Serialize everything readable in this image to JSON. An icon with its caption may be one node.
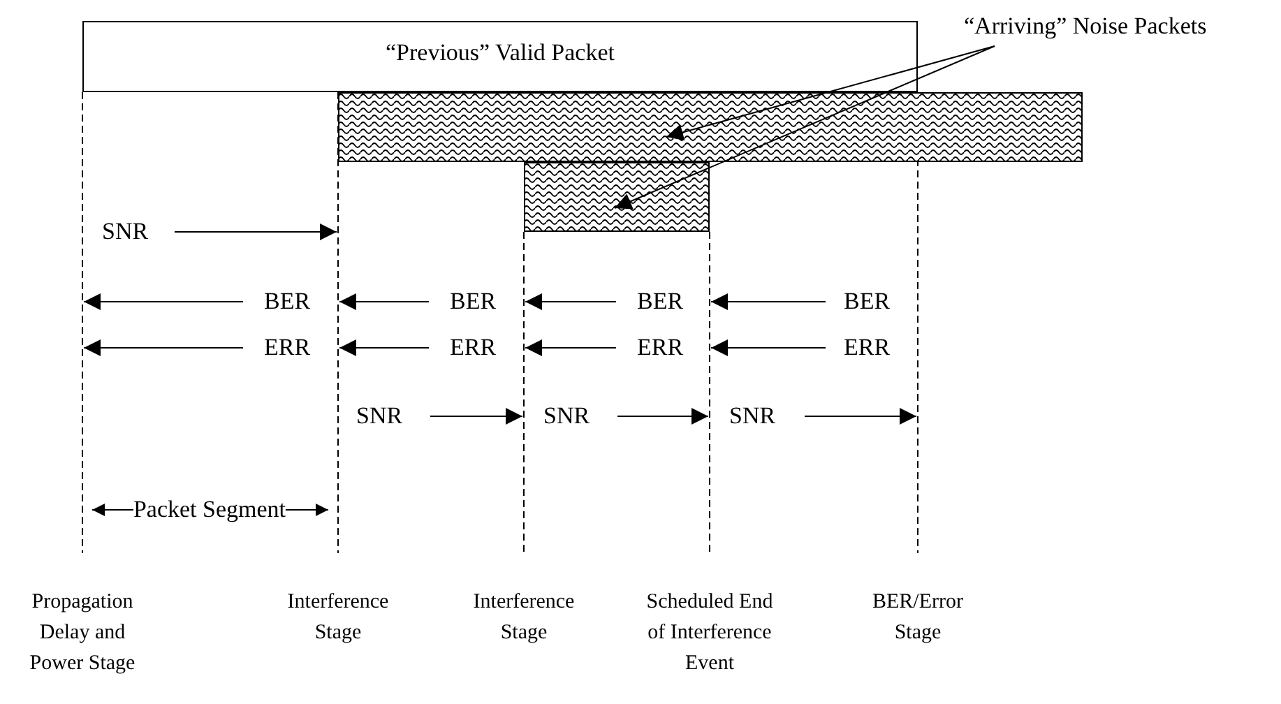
{
  "diagram": {
    "nodes": [
      {
        "text": [
          "“Previous” Valid Packet"
        ]
      },
      {
        "text": [],
        "shape": "bar"
      },
      {
        "text": [],
        "shape": "bar"
      },
      {
        "text": [
          "“Arriving” Noise Packets"
        ]
      }
    ],
    "edges": [
      {
        "from": 3,
        "to": 1,
        "arrow": "to"
      },
      {
        "from": 3,
        "to": 2,
        "arrow": "to"
      }
    ],
    "labels": [
      "SNR",
      "BER",
      "BER",
      "BER",
      "BER",
      "ERR",
      "ERR",
      "ERR",
      "ERR",
      "SNR",
      "SNR",
      "SNR",
      "Packet Segment",
      "Propagation Delay and Power Stage",
      "Interference Stage",
      "Interference Stage",
      "Scheduled End of Interference Event",
      "BER/Error Stage"
    ]
  }
}
